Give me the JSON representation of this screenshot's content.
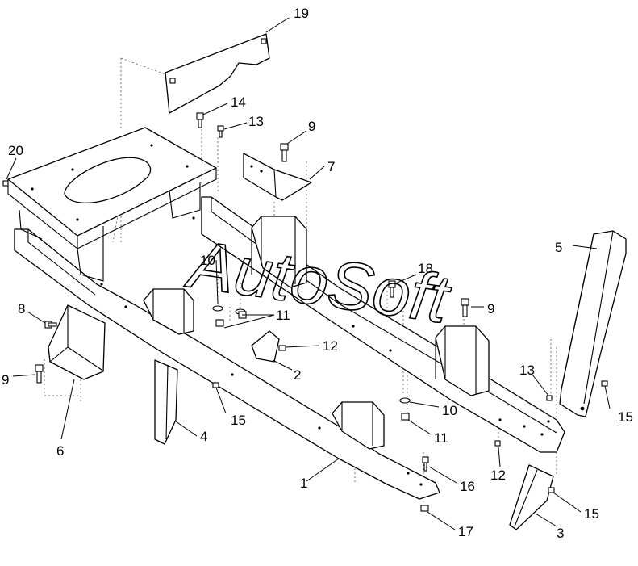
{
  "watermark": "AutoSoft",
  "callouts": [
    {
      "id": "c1",
      "label": "1"
    },
    {
      "id": "c2",
      "label": "2"
    },
    {
      "id": "c3",
      "label": "3"
    },
    {
      "id": "c4",
      "label": "4"
    },
    {
      "id": "c5",
      "label": "5"
    },
    {
      "id": "c6",
      "label": "6"
    },
    {
      "id": "c7",
      "label": "7"
    },
    {
      "id": "c8",
      "label": "8"
    },
    {
      "id": "c9a",
      "label": "9"
    },
    {
      "id": "c9b",
      "label": "9"
    },
    {
      "id": "c9c",
      "label": "9"
    },
    {
      "id": "c10a",
      "label": "10"
    },
    {
      "id": "c10b",
      "label": "10"
    },
    {
      "id": "c11a",
      "label": "11"
    },
    {
      "id": "c11b",
      "label": "11"
    },
    {
      "id": "c12a",
      "label": "12"
    },
    {
      "id": "c12b",
      "label": "12"
    },
    {
      "id": "c13a",
      "label": "13"
    },
    {
      "id": "c13b",
      "label": "13"
    },
    {
      "id": "c14",
      "label": "14"
    },
    {
      "id": "c15a",
      "label": "15"
    },
    {
      "id": "c15b",
      "label": "15"
    },
    {
      "id": "c15c",
      "label": "15"
    },
    {
      "id": "c16",
      "label": "16"
    },
    {
      "id": "c17",
      "label": "17"
    },
    {
      "id": "c18",
      "label": "18"
    },
    {
      "id": "c19",
      "label": "19"
    },
    {
      "id": "c20",
      "label": "20"
    }
  ]
}
